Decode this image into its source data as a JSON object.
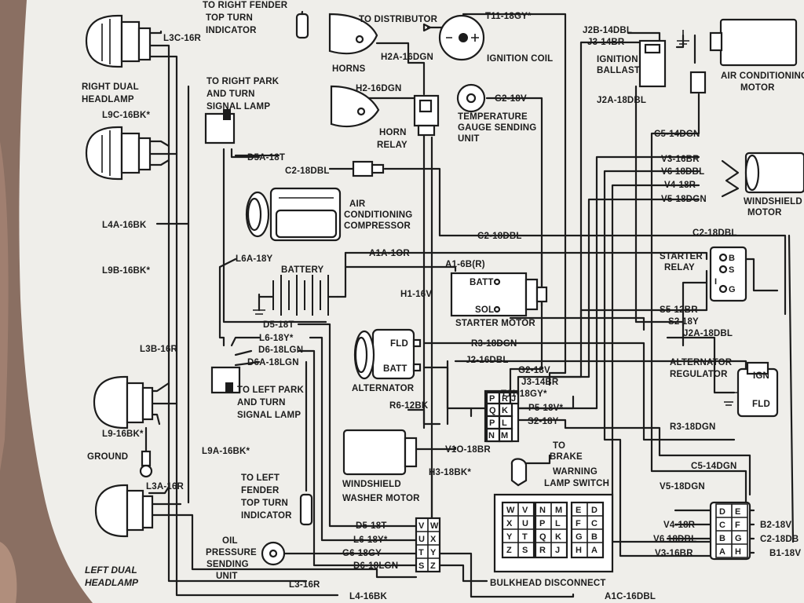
{
  "components": {
    "right_fender_top_turn": [
      "TO RIGHT FENDER",
      "TOP TURN",
      "INDICATOR"
    ],
    "to_distributor": "TO DISTRIBUTOR",
    "ignition_coil": "IGNITION COIL",
    "ignition_ballast": [
      "IGNITION",
      "BALLAST"
    ],
    "air_conditioning_motor": [
      "AIR CONDITIONING",
      "MOTOR"
    ],
    "right_dual_headlamp": [
      "RIGHT DUAL",
      "HEADLAMP"
    ],
    "right_park_turn": [
      "TO RIGHT PARK",
      "AND TURN",
      "SIGNAL LAMP"
    ],
    "horns": "HORNS",
    "horn_relay": [
      "HORN",
      "RELAY"
    ],
    "temp_gauge": [
      "TEMPERATURE",
      "GAUGE SENDING",
      "UNIT"
    ],
    "ac_compressor": [
      "AIR",
      "CONDITIONING",
      "COMPRESSOR"
    ],
    "windshield_motor": [
      "WINDSHIELD",
      "MOTOR"
    ],
    "battery": "BATTERY",
    "starter_relay": [
      "STARTER",
      "RELAY"
    ],
    "starter_motor": "STARTER MOTOR",
    "alternator": "ALTERNATOR",
    "alternator_regulator": [
      "ALTERNATOR",
      "REGULATOR"
    ],
    "left_park_turn": [
      "TO LEFT PARK",
      "AND TURN",
      "SIGNAL LAMP"
    ],
    "ground": "GROUND",
    "washer_motor": [
      "WINDSHIELD",
      "WASHER MOTOR"
    ],
    "brake_warning": [
      "TO",
      "BRAKE",
      "WARNING",
      "LAMP SWITCH"
    ],
    "left_fender_top_turn": [
      "TO LEFT",
      "FENDER",
      "TOP TURN",
      "INDICATOR"
    ],
    "oil_pressure": [
      "OIL",
      "PRESSURE",
      "SENDING",
      "UNIT"
    ],
    "left_dual_headlamp": [
      "LEFT DUAL",
      "HEADLAMP"
    ],
    "bulkhead_disconnect": "BULKHEAD DISCONNECT"
  },
  "terminals": {
    "batt": "BATT",
    "sol": "SOL",
    "fld": "FLD",
    "ign": "IGN",
    "starter_b": "B",
    "starter_s": "S",
    "starter_i": "I",
    "starter_g": "G"
  },
  "wires": {
    "l3c_16r": "L3C-16R",
    "l9c_16bk": "L9C-16BK*",
    "l4a_16bk": "L4A-16BK",
    "l9b_16bk": "L9B-16BK*",
    "l3b_16r": "L3B-16R",
    "l9_16bk": "L9-16BK*",
    "l3a_16r": "L3A-16R",
    "l9a_16bk": "L9A-16BK*",
    "l6a_18y": "L6A-18Y",
    "d5a_18t": "D5A-18T",
    "t11_18gy": "T11-18GY*",
    "j2b_14dbl": "J2B-14DBL",
    "j3_14br": "J3-14BR",
    "j2a_18dbl": "J2A-18DBL",
    "h2a_16dgn": "H2A-16DGN",
    "h2_16dgn": "H2-16DGN",
    "g2_18v": "G2-18V",
    "c5_14dgn": "C5-14DGN",
    "c2_18dbl": "C2-18DBL",
    "v3_16br": "V3-16BR",
    "v6_18dbl": "V6 18DBL",
    "v4_18r": "V4-18R",
    "v5_18dgn": "V5-18DGN",
    "a1a_10r": "A1A-1OR",
    "a1_6br": "A1-6B(R)",
    "h1_16v": "H1-16V",
    "s5_12br": "S5-12BR",
    "s2_18y": "S2 18Y",
    "d5_18t": "D5-18T",
    "l6_18y": "L6-18Y*",
    "d6_18lgn": "D6-18LGN",
    "d6a_18lgn": "D6A-18LGN",
    "r3_18dgn": "R3-18DGN",
    "j2_16dbl": "J2-16DBL",
    "p5_18v": "P5-18V*",
    "s2_18y_b": "S2-18Y",
    "r6_12bk": "R6-12BK",
    "v10_18br": "V1O-18BR",
    "h3_18bk": "H3-18BK*",
    "g6_18gy": "G6-18GY",
    "l3_16r": "L3-16R",
    "l4_16bk": "L4-16BK",
    "a1c_16dbl": "A1C-16DBL",
    "b2_18v": "B2-18V",
    "c2_18db": "C2-18DB",
    "b1_18v": "B1-18V"
  },
  "pins": {
    "prjk": [
      [
        "P",
        "R",
        "J"
      ],
      [
        "Q",
        "K"
      ],
      [
        "P",
        "L"
      ],
      [
        "N",
        "M"
      ]
    ],
    "vwutxysz": [
      [
        "V",
        "W"
      ],
      [
        "U",
        "X"
      ],
      [
        "T",
        "Y"
      ],
      [
        "S",
        "Z"
      ]
    ],
    "de_cf_bg_ah": [
      [
        "D",
        "E"
      ],
      [
        "C",
        "F"
      ],
      [
        "B",
        "G"
      ],
      [
        "A",
        "H"
      ]
    ],
    "bulkhead_a": [
      [
        "W",
        "V"
      ],
      [
        "X",
        "U"
      ],
      [
        "Y",
        "T"
      ],
      [
        "Z",
        "S"
      ]
    ],
    "bulkhead_b": [
      [
        "N",
        "M"
      ],
      [
        "P",
        "L"
      ],
      [
        "Q",
        "K"
      ],
      [
        "R",
        "J"
      ]
    ],
    "bulkhead_c": [
      [
        "E",
        "D"
      ],
      [
        "F",
        "C"
      ],
      [
        "G",
        "B"
      ],
      [
        "H",
        "A"
      ]
    ]
  }
}
